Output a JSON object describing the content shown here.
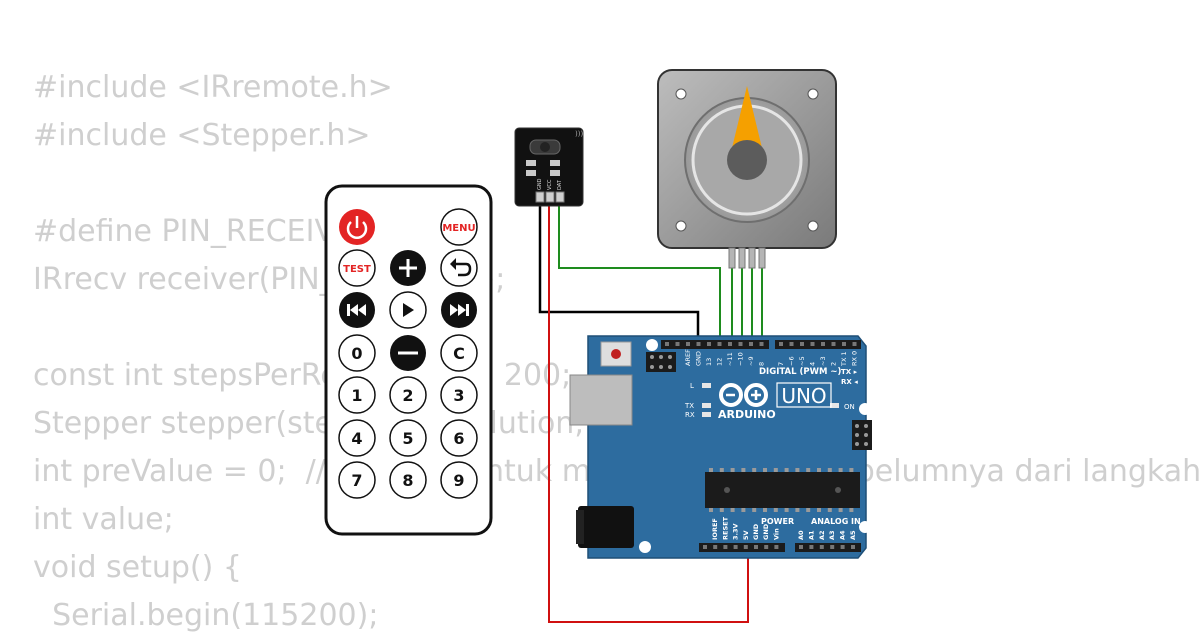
{
  "code_lines": [
    "#include <IRremote.h>",
    "#include <Stepper.h>",
    "",
    "#define PIN_RECEIVER 2",
    "IRrecv receiver(PIN_RECEIVER);",
    "",
    "const int stepsPerRevolution = 200;",
    "Stepper stepper(stepsPerRevolution, 8, 9, 10, 11);",
    "int preValue = 0;  // variabel untuk menyimpan nilai sebelumnya dari langkah",
    "int value;",
    "void setup() {",
    "  Serial.begin(115200);"
  ],
  "remote": {
    "menu": "MENU",
    "test": "TEST",
    "clear": "C",
    "digits": [
      "0",
      "1",
      "2",
      "3",
      "4",
      "5",
      "6",
      "7",
      "8",
      "9"
    ]
  },
  "ir_receiver": {
    "pins": [
      "GND",
      "VCC",
      "DAT"
    ]
  },
  "arduino": {
    "model": "UNO",
    "brand": "ARDUINO",
    "digital_header": "DIGITAL (PWM ~)",
    "power_header": "POWER",
    "analog_header": "ANALOG IN",
    "top_pins": [
      "AREF",
      "GND",
      "13",
      "12",
      "~11",
      "~10",
      "~9",
      "8",
      "7",
      "~6",
      "~5",
      "4",
      "~3",
      "2",
      "TX 1",
      "RX 0"
    ],
    "power_pins": [
      "IOREF",
      "RESET",
      "3.3V",
      "5V",
      "GND",
      "GND",
      "Vin"
    ],
    "analog_pins": [
      "A0",
      "A1",
      "A2",
      "A3",
      "A4",
      "A5"
    ],
    "led_l": "L",
    "led_tx": "TX",
    "led_rx": "RX",
    "led_on": "ON"
  },
  "colors": {
    "board": "#2d6c9f",
    "wire_gnd": "#000000",
    "wire_signal": "#1e8c1e",
    "wire_power": "#d01010",
    "motor_pointer": "#f5a000",
    "remote_power": "#e32424"
  }
}
